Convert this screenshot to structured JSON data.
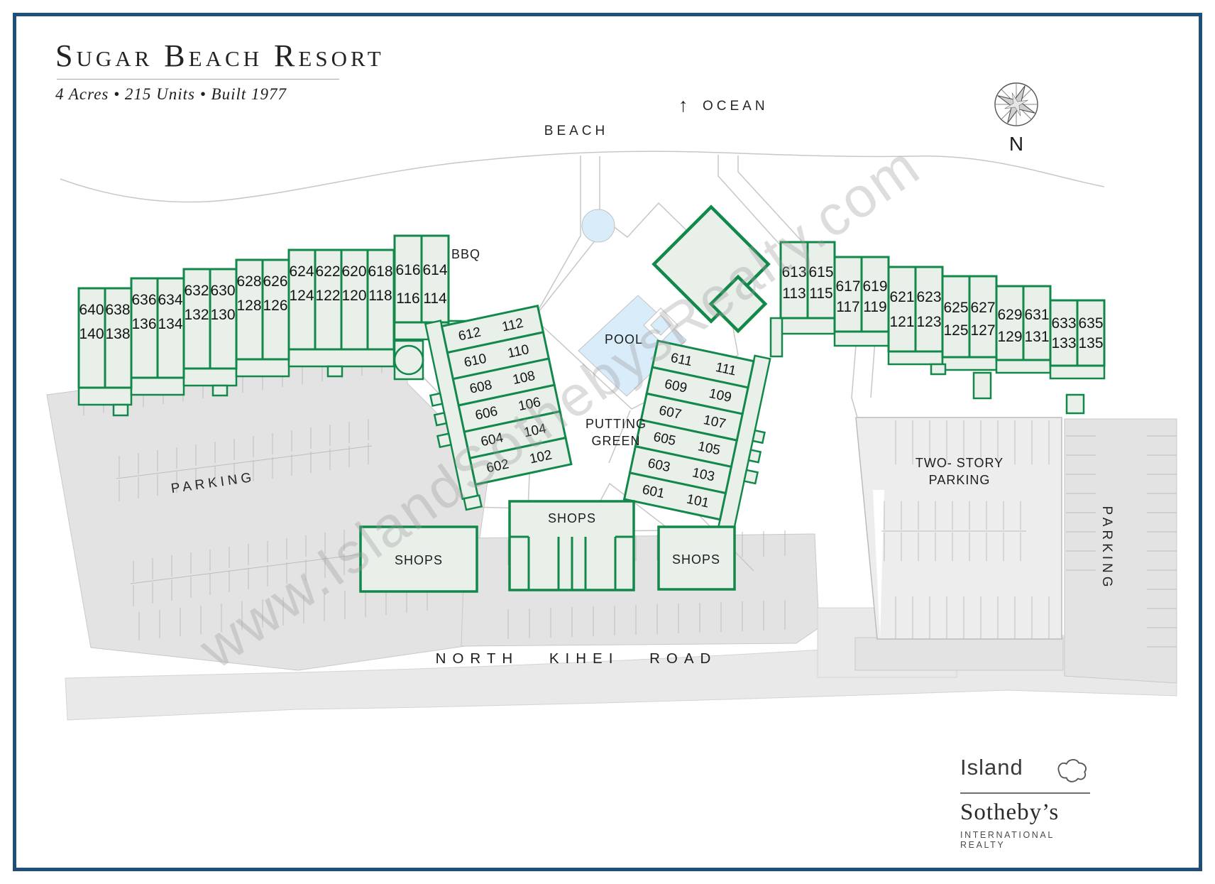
{
  "header": {
    "title": "Sugar Beach Resort",
    "subtitle": "4 Acres  •  215 Units  •  Built 1977"
  },
  "labels": {
    "ocean_arrow": "↑",
    "ocean": "OCEAN",
    "beach": "BEACH",
    "bbq": "BBQ",
    "pool": "POOL",
    "putting_green_line1": "PUTTING",
    "putting_green_line2": "GREEN",
    "parking_west": "PARKING",
    "two_story_line1": "TWO- STORY",
    "two_story_line2": "PARKING",
    "parking_east": "PARKING",
    "road": "NORTH KIHEI ROAD",
    "compass_north": "N"
  },
  "watermark": {
    "text": "www.IslandSothebysRealty.com"
  },
  "logo": {
    "brand": "Island",
    "name": "Sotheby’s",
    "tagline": "INTERNATIONAL REALTY"
  },
  "colors": {
    "building_fill": "#e9f0ea",
    "building_stroke": "#12884a",
    "water_blue": "#d9ecf9",
    "parking_gray": "#e3e3e3",
    "road_gray": "#e9e9e9",
    "border_navy": "#1f4e79"
  },
  "buildings": {
    "north_row_west": {
      "units": [
        {
          "upper": "640",
          "lower": "140"
        },
        {
          "upper": "638",
          "lower": "138"
        },
        {
          "upper": "636",
          "lower": "136"
        },
        {
          "upper": "634",
          "lower": "134"
        },
        {
          "upper": "632",
          "lower": "132"
        },
        {
          "upper": "630",
          "lower": "130"
        },
        {
          "upper": "628",
          "lower": "128"
        },
        {
          "upper": "626",
          "lower": "126"
        },
        {
          "upper": "624",
          "lower": "124"
        },
        {
          "upper": "622",
          "lower": "122"
        },
        {
          "upper": "620",
          "lower": "120"
        },
        {
          "upper": "618",
          "lower": "118"
        },
        {
          "upper": "616",
          "lower": "116"
        },
        {
          "upper": "614",
          "lower": "114"
        }
      ]
    },
    "north_row_east": {
      "units": [
        {
          "upper": "613",
          "lower": "113"
        },
        {
          "upper": "615",
          "lower": "115"
        },
        {
          "upper": "617",
          "lower": "117"
        },
        {
          "upper": "619",
          "lower": "119"
        },
        {
          "upper": "621",
          "lower": "121"
        },
        {
          "upper": "623",
          "lower": "123"
        },
        {
          "upper": "625",
          "lower": "125"
        },
        {
          "upper": "627",
          "lower": "127"
        },
        {
          "upper": "629",
          "lower": "129"
        },
        {
          "upper": "631",
          "lower": "131"
        },
        {
          "upper": "633",
          "lower": "133"
        },
        {
          "upper": "635",
          "lower": "135"
        }
      ]
    },
    "west_diagonal": {
      "units": [
        {
          "upper": "612",
          "lower": "112"
        },
        {
          "upper": "610",
          "lower": "110"
        },
        {
          "upper": "608",
          "lower": "108"
        },
        {
          "upper": "606",
          "lower": "106"
        },
        {
          "upper": "604",
          "lower": "104"
        },
        {
          "upper": "602",
          "lower": "102"
        }
      ]
    },
    "east_diagonal": {
      "units": [
        {
          "upper": "611",
          "lower": "111"
        },
        {
          "upper": "609",
          "lower": "109"
        },
        {
          "upper": "607",
          "lower": "107"
        },
        {
          "upper": "605",
          "lower": "105"
        },
        {
          "upper": "603",
          "lower": "103"
        },
        {
          "upper": "601",
          "lower": "101"
        }
      ]
    },
    "shops_labels": [
      "SHOPS",
      "SHOPS",
      "SHOPS"
    ]
  }
}
